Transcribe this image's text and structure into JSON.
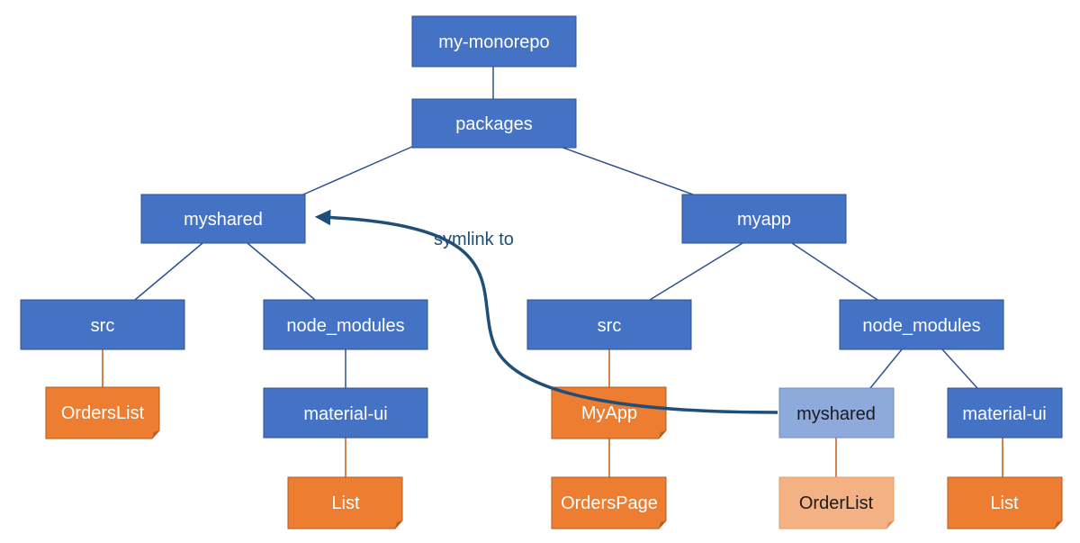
{
  "colors": {
    "folder_fill": "#4472c4",
    "folder_border": "#2f528f",
    "file_fill": "#ed7d31",
    "file_border": "#ae5a21",
    "symlink_fill": "#8ea9db",
    "symlink_file_fill": "#f4b183",
    "connector": "#2f528f",
    "file_connector": "#c55a11",
    "arrow": "#1f4e79",
    "label_text": "#1f4e79"
  },
  "nodes": {
    "root": "my-monorepo",
    "packages": "packages",
    "myshared": "myshared",
    "myapp": "myapp",
    "myshared_src": "src",
    "myshared_node_modules": "node_modules",
    "myshared_orderslist": "OrdersList",
    "myshared_material_ui": "material-ui",
    "myshared_list": "List",
    "myapp_src": "src",
    "myapp_node_modules": "node_modules",
    "myapp_myapp": "MyApp",
    "myapp_orderspage": "OrdersPage",
    "myapp_myshared_link": "myshared",
    "myapp_orderlist": "OrderList",
    "myapp_material_ui": "material-ui",
    "myapp_list": "List"
  },
  "symlink_label": "symlink to"
}
